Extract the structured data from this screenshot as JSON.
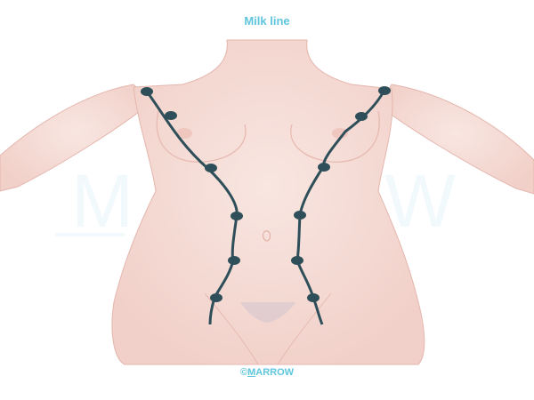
{
  "title": "Milk line",
  "watermark_text": "MARROW",
  "credit": {
    "symbol": "©",
    "first_letter": "M",
    "rest": "ARROW"
  },
  "colors": {
    "accent": "#5ec5dc",
    "line": "#2e4f59",
    "skin": "#f6dcd6",
    "skin_shadow": "#e9bfb6",
    "outline": "#e4b6ad",
    "watermark": "#7cc7e3"
  }
}
